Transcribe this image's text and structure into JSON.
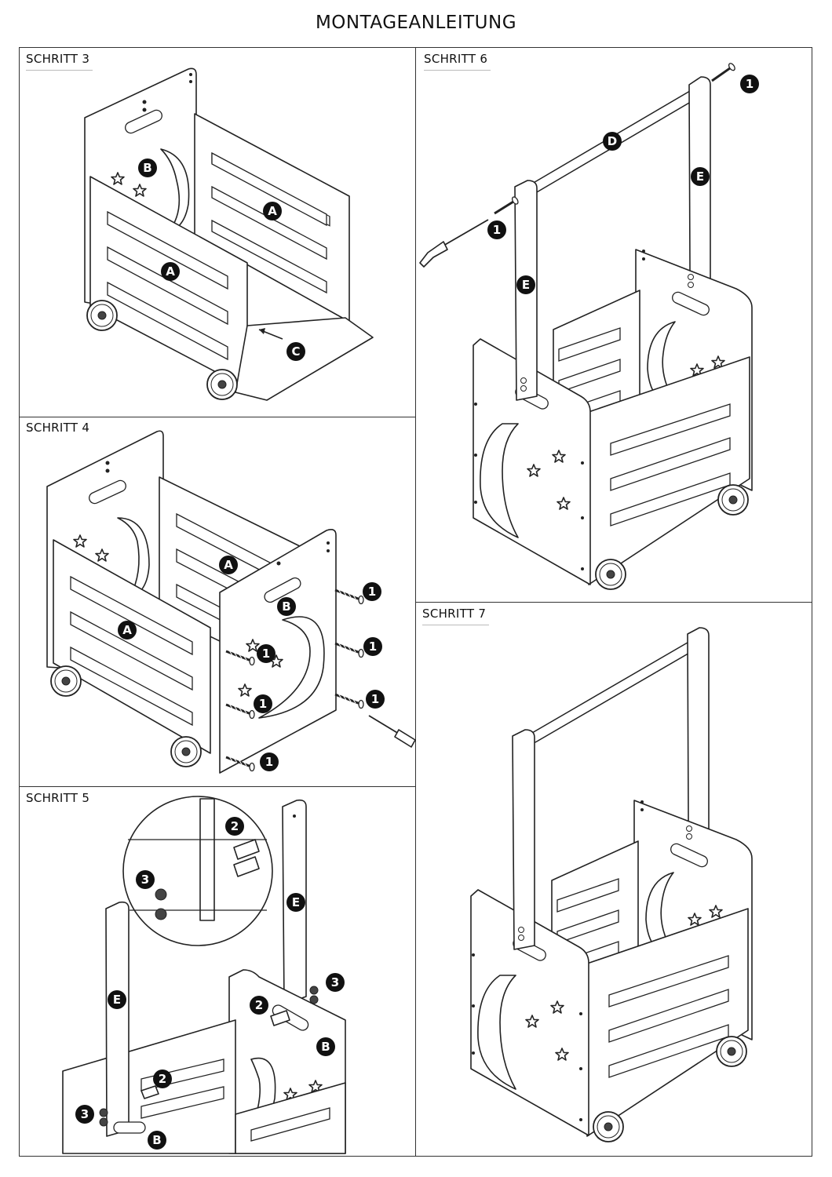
{
  "title": "MONTAGEANLEITUNG",
  "steps": [
    {
      "label": "SCHRITT 3"
    },
    {
      "label": "SCHRITT 4"
    },
    {
      "label": "SCHRITT 5"
    },
    {
      "label": "SCHRITT 6"
    },
    {
      "label": "SCHRITT 7"
    }
  ],
  "markers": {
    "panel_a": "A",
    "panel_b": "B",
    "bottom_board_c": "C",
    "handle_bar_d": "D",
    "side_post_e": "E",
    "screw_1": "1",
    "dowel_2": "2",
    "bolt_3": "3"
  }
}
